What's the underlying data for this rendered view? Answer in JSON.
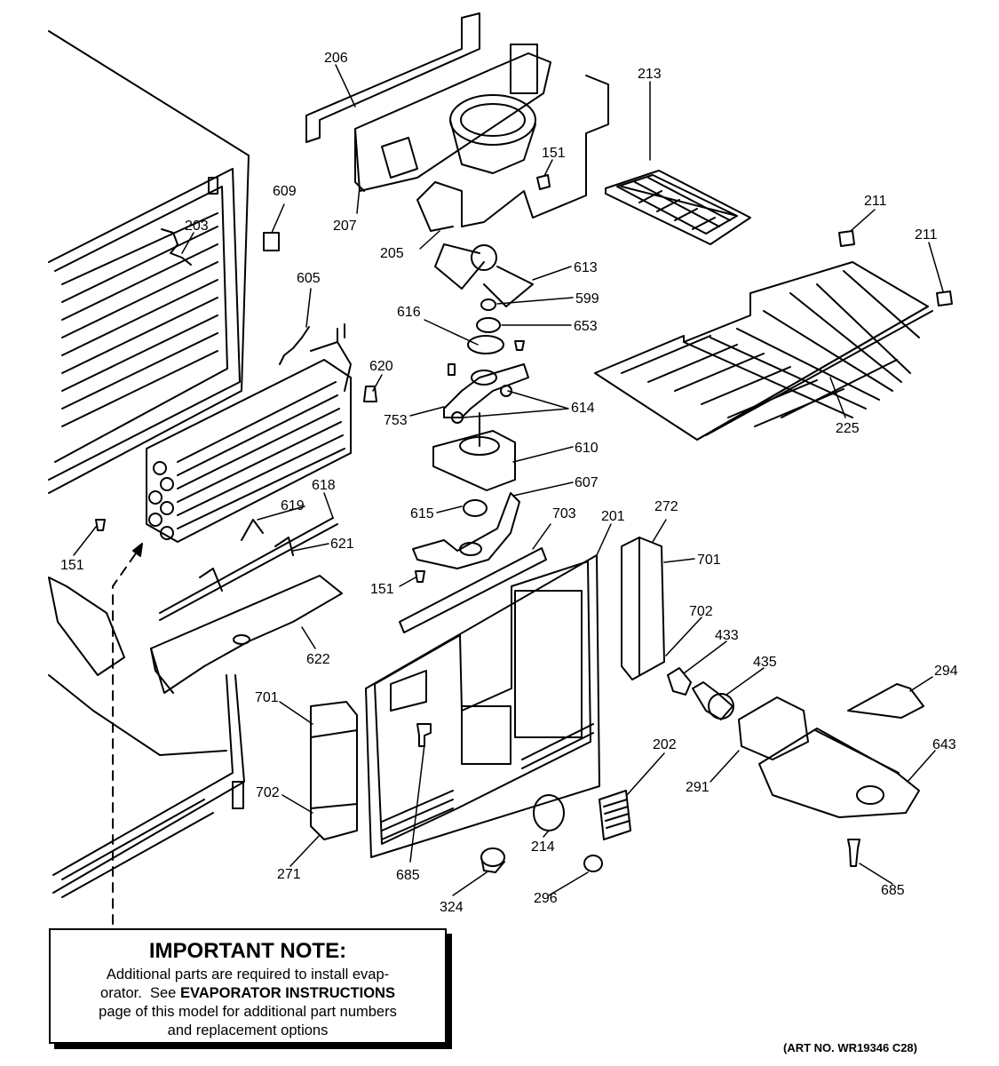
{
  "labels": {
    "l206": "206",
    "l207": "207",
    "l151a": "151",
    "l205": "205",
    "l213": "213",
    "l609": "609",
    "l203": "203",
    "l605": "605",
    "l613": "613",
    "l211a": "211",
    "l211b": "211",
    "l616": "616",
    "l599": "599",
    "l653": "653",
    "l620": "620",
    "l614": "614",
    "l753": "753",
    "l610": "610",
    "l225": "225",
    "l618": "618",
    "l607": "607",
    "l619": "619",
    "l615": "615",
    "l703": "703",
    "l201": "201",
    "l272": "272",
    "l621": "621",
    "l701a": "701",
    "l151b": "151",
    "l151c": "151",
    "l702a": "702",
    "l433": "433",
    "l622": "622",
    "l435": "435",
    "l294": "294",
    "l701b": "701",
    "l643": "643",
    "l202": "202",
    "l291": "291",
    "l702b": "702",
    "l214": "214",
    "l685a": "685",
    "l271": "271",
    "l685b": "685",
    "l324": "324",
    "l296": "296"
  },
  "note": {
    "title": "IMPORTANT NOTE:",
    "line1": "Additional parts are required to install evap-",
    "line2_pre": "orator.  See ",
    "line2_bold": "EVAPORATOR INSTRUCTIONS",
    "line3": "page of this model for additional part numbers",
    "line4": "and replacement options"
  },
  "art_no": "(ART NO. WR19346 C28)"
}
